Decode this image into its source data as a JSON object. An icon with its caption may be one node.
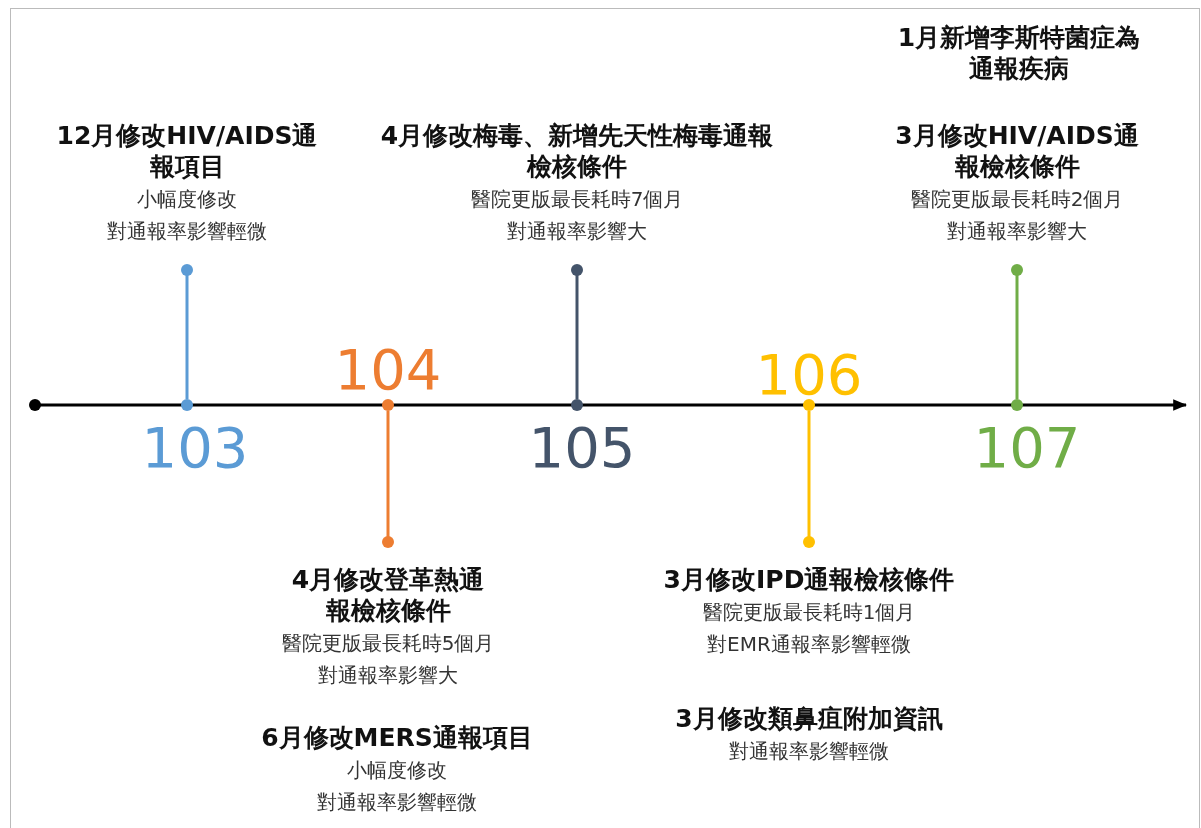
{
  "diagram": {
    "nodes": [
      {
        "text": [
          "12月修改HIV/AIDS通報項目",
          "小幅度修改",
          "對通報率影響輕微"
        ]
      },
      {
        "text": [
          "4月修改梅毒、新增先天性梅毒通報檢核條件",
          "醫院更版最長耗時7個月",
          "對通報率影響大"
        ]
      },
      {
        "text": [
          "1月新增李斯特菌症為通報疾病"
        ]
      },
      {
        "text": [
          "3月修改HIV/AIDS通報檢核條件",
          "醫院更版最長耗時2個月",
          "對通報率影響大"
        ]
      },
      {
        "text": [],
        "shape": "circle",
        "beside": [
          "103"
        ]
      },
      {
        "text": [],
        "shape": "circle",
        "beside": [
          "104"
        ]
      },
      {
        "text": [],
        "shape": "circle",
        "beside": [
          "105"
        ]
      },
      {
        "text": [],
        "shape": "circle",
        "beside": [
          "106"
        ]
      },
      {
        "text": [],
        "shape": "circle",
        "beside": [
          "107"
        ]
      },
      {
        "text": [
          "4月修改登革熱通報檢核條件",
          "醫院更版最長耗時5個月",
          "對通報率影響大"
        ]
      },
      {
        "text": [
          "6月修改MERS通報項目",
          "小幅度修改",
          "對通報率影響輕微"
        ]
      },
      {
        "text": [
          "3月修改IPD通報檢核條件",
          "醫院更版最長耗時1個月",
          "對EMR通報率影響輕微"
        ]
      },
      {
        "text": [
          "3月修改類鼻疽附加資訊",
          "對通報率影響輕微"
        ]
      }
    ],
    "edges": [
      {
        "from": 4,
        "to": 0,
        "arrow": "other",
        "color": "#5b9bd5"
      },
      {
        "from": 5,
        "to": 9,
        "arrow": "other",
        "color": "#ed7d31"
      },
      {
        "from": 6,
        "to": 1,
        "arrow": "other",
        "color": "#44546a"
      },
      {
        "from": 7,
        "to": 11,
        "arrow": "other",
        "color": "#ffc000"
      },
      {
        "from": 8,
        "to": 3,
        "arrow": "other",
        "color": "#70ad47"
      }
    ]
  }
}
